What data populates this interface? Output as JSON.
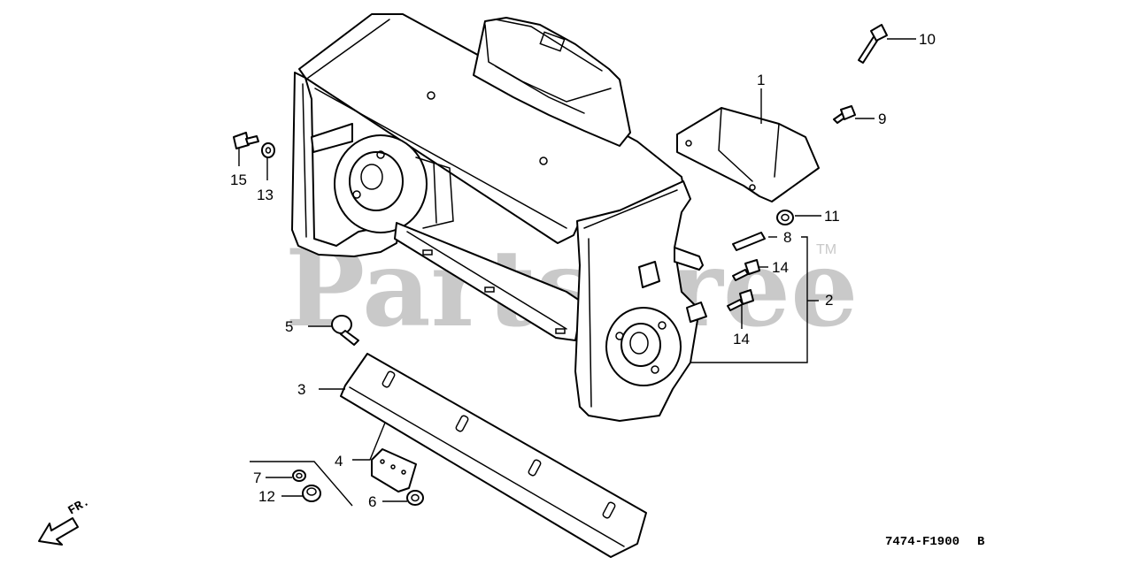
{
  "watermark": {
    "text": "PartsTree",
    "trademark": "TM",
    "color": "#c9c9c9"
  },
  "diagram_code": "7474-F1900",
  "diagram_revision": "B",
  "direction_label": "FR.",
  "callouts": [
    "1",
    "2",
    "3",
    "4",
    "5",
    "6",
    "7",
    "8",
    "9",
    "10",
    "11",
    "12",
    "13",
    "14",
    "14",
    "15"
  ]
}
